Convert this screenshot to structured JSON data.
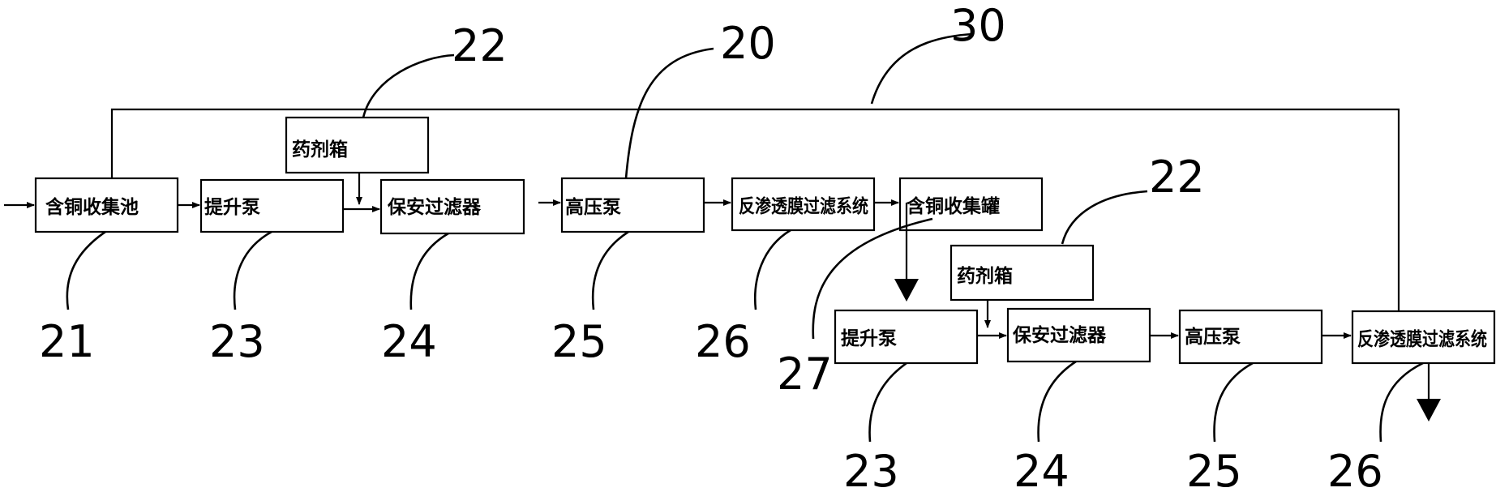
{
  "boxes": {
    "copper_pool": "含铜收集池",
    "pump_1": "提升泵",
    "chem_tank_1": "药剂箱",
    "filter_1": "保安过滤器",
    "hp_pump_1": "高压泵",
    "ro_1": "反渗透膜过滤系统",
    "copper_tank": "含铜收集罐",
    "chem_tank_2": "药剂箱",
    "pump_2": "提升泵",
    "filter_2": "保安过滤器",
    "hp_pump_2": "高压泵",
    "ro_2": "反渗透膜过滤系统"
  },
  "refs": {
    "r30": "30",
    "r20": "20",
    "r22_top": "22",
    "r22_right": "22",
    "r21": "21",
    "r23_top": "23",
    "r24_top": "24",
    "r25_top": "25",
    "r26_top": "26",
    "r27": "27",
    "r23_bottom": "23",
    "r24_bottom": "24",
    "r25_bottom": "25",
    "r26_bottom": "26"
  }
}
